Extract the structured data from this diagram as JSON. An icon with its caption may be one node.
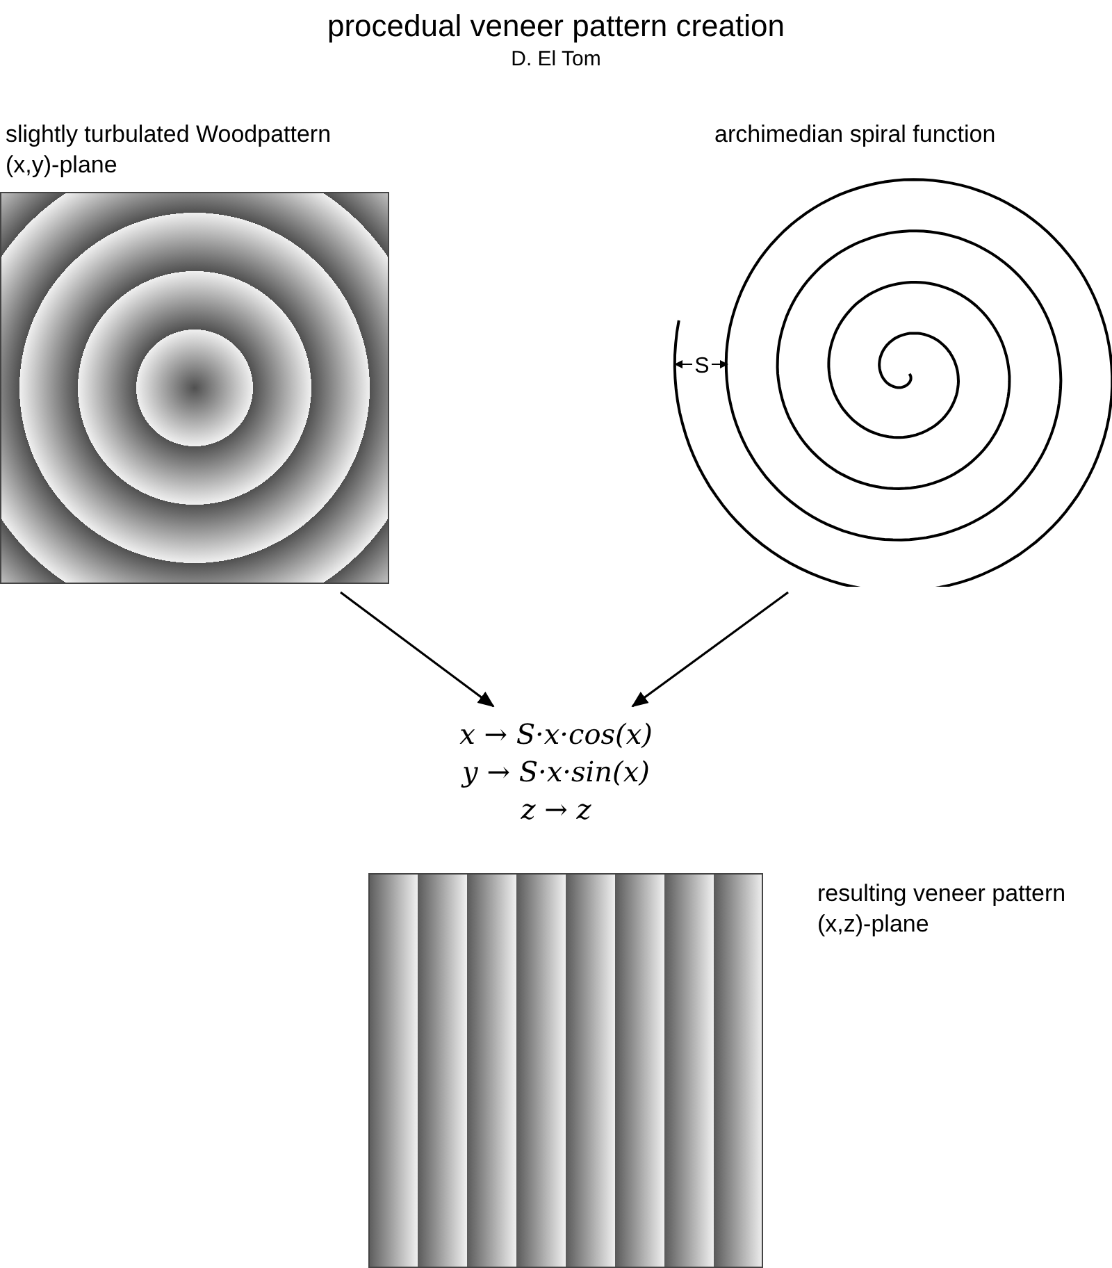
{
  "diagram": {
    "title": "procedual veneer pattern creation",
    "nodes": [
      {
        "text": [
          "slightly turbulated Woodpattern (x,y)-plane"
        ]
      },
      {
        "text": [
          "archimedian spiral function"
        ]
      },
      {
        "text": [
          "x → S·x·cos(x)",
          "y → S·x·sin(x)",
          "z → z"
        ]
      },
      {
        "text": [
          "resulting veneer pattern (x,z)-plane"
        ]
      }
    ],
    "edges": [
      {
        "from": 0,
        "to": 2,
        "arrow": "to"
      },
      {
        "from": 1,
        "to": 2,
        "arrow": "to"
      }
    ],
    "labels": [
      "D. El Tom",
      "S"
    ]
  }
}
